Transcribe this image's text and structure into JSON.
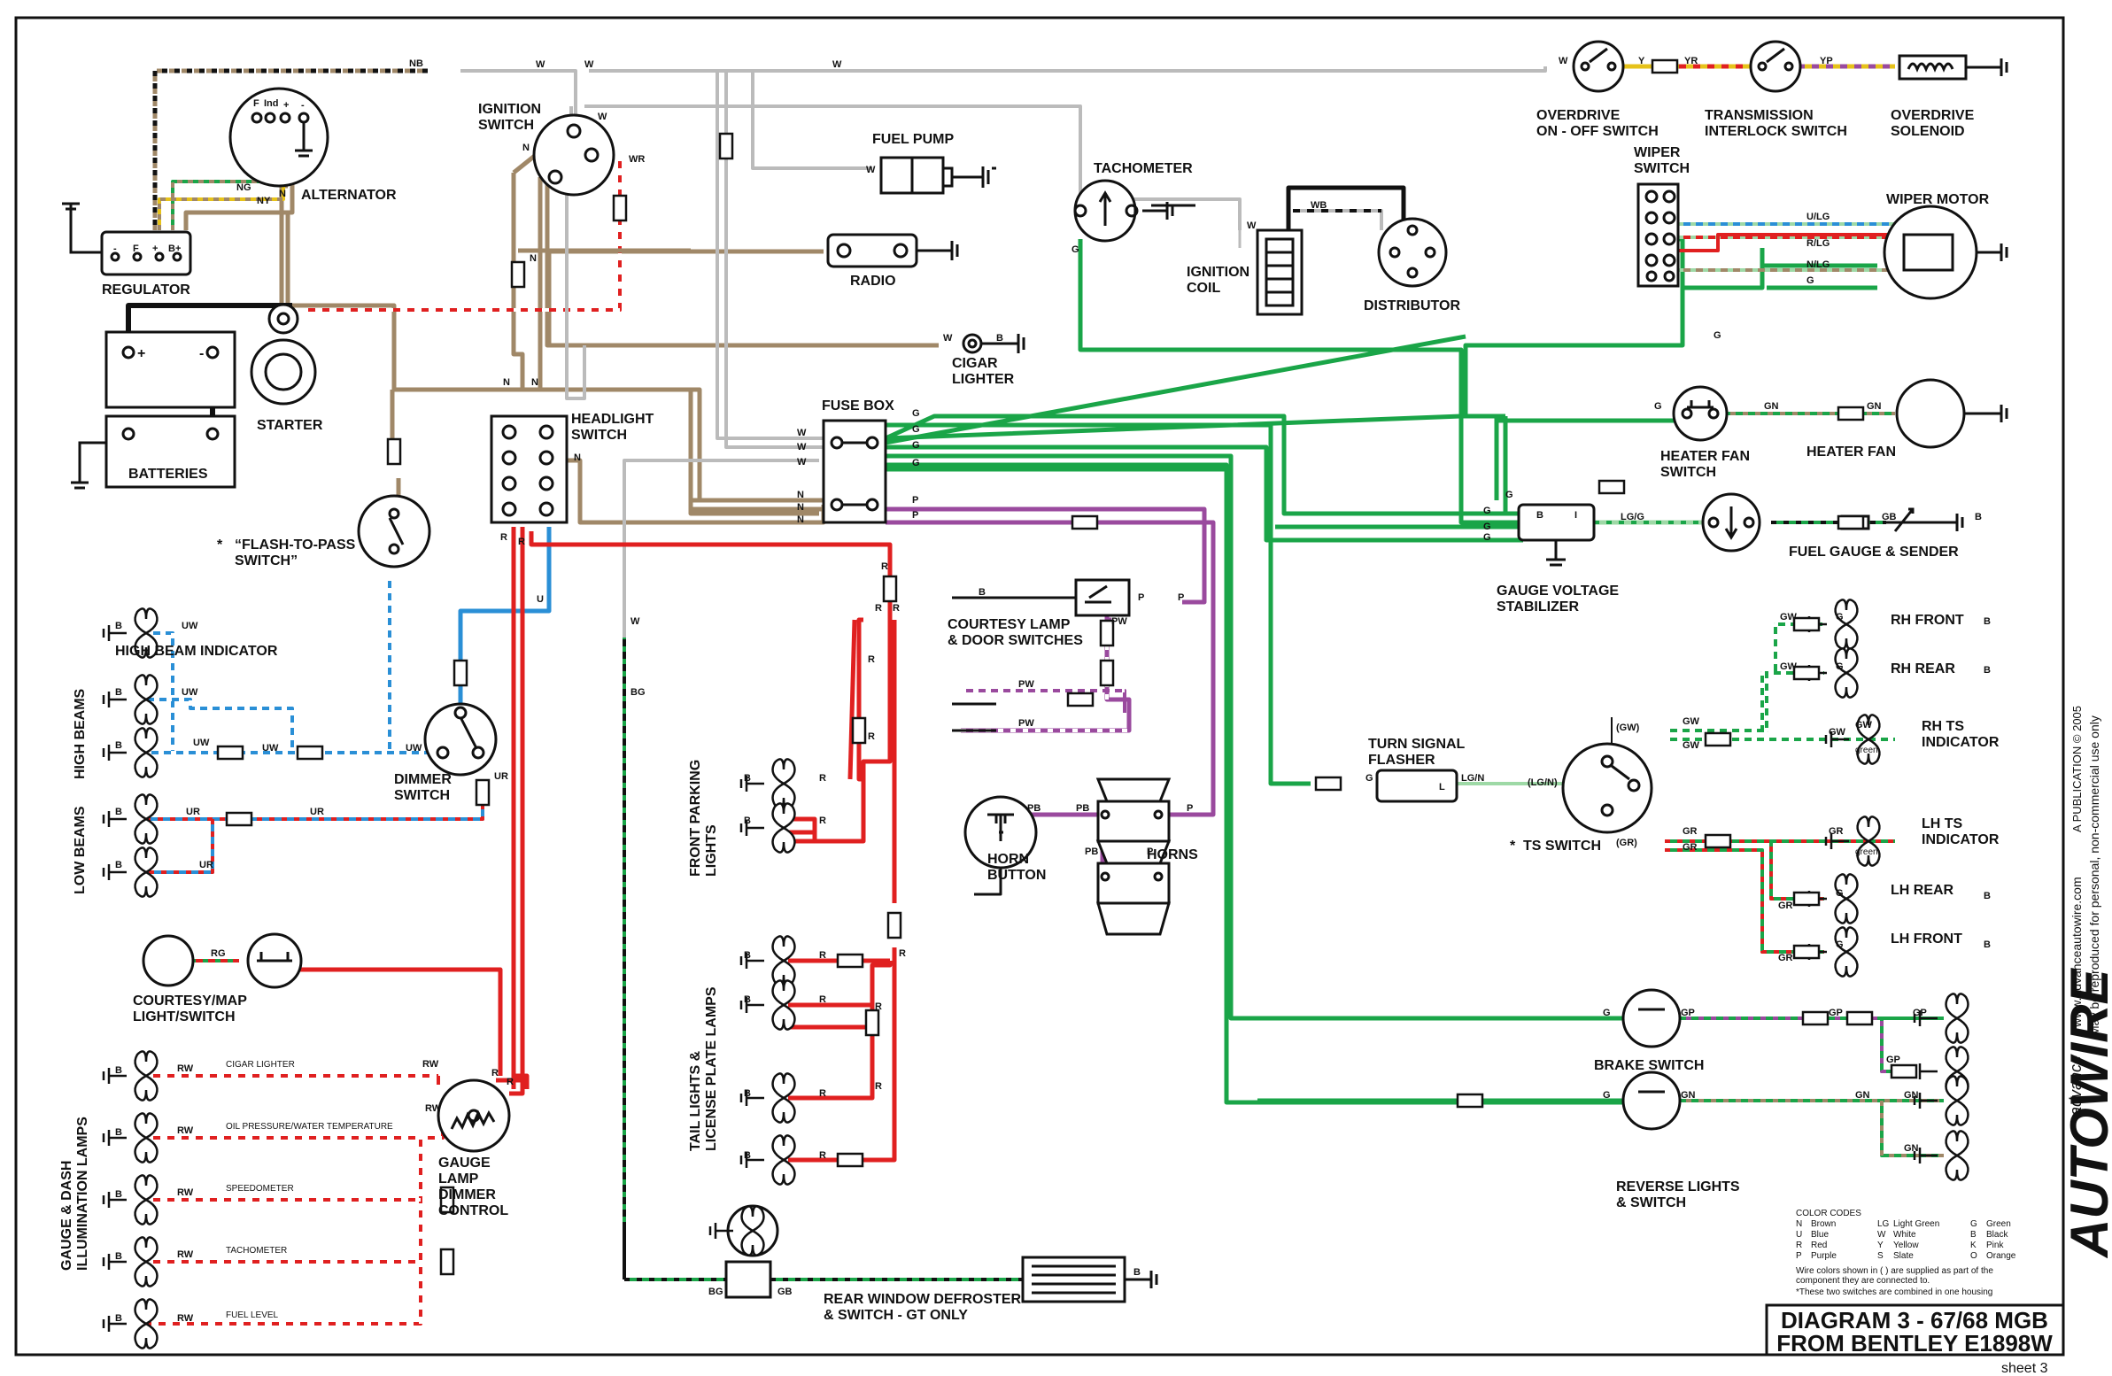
{
  "components": {
    "alternator": "ALTERNATOR",
    "regulator": "REGULATOR",
    "starter": "STARTER",
    "batteries": "BATTERIES",
    "ignition_switch": "IGNITION\nSWITCH",
    "fuel_pump": "FUEL PUMP",
    "radio": "RADIO",
    "cigar_lighter": "CIGAR\nLIGHTER",
    "tachometer": "TACHOMETER",
    "ignition_coil": "IGNITION\nCOIL",
    "distributor": "DISTRIBUTOR",
    "overdrive_switch": "OVERDRIVE\nON - OFF SWITCH",
    "transmission_switch": "TRANSMISSION\nINTERLOCK SWITCH",
    "overdrive_solenoid": "OVERDRIVE\nSOLENOID",
    "wiper_switch": "WIPER\nSWITCH",
    "wiper_motor": "WIPER MOTOR",
    "heater_fan_switch": "HEATER FAN\nSWITCH",
    "heater_fan": "HEATER FAN",
    "gauge_voltage_stabilizer": "GAUGE VOLTAGE\nSTABILIZER",
    "fuel_gauge_sender": "FUEL GAUGE & SENDER",
    "fuse_box": "FUSE BOX",
    "headlight_switch": "HEADLIGHT\nSWITCH",
    "flash_to_pass": "“FLASH-TO-PASS\nSWITCH”",
    "high_beam_indicator": "HIGH BEAM INDICATOR",
    "high_beams": "HIGH BEAMS",
    "low_beams": "LOW BEAMS",
    "dimmer_switch": "DIMMER\nSWITCH",
    "courtesy_lamp": "COURTESY LAMP\n& DOOR SWITCHES",
    "horn_button": "HORN\nBUTTON",
    "horns": "HORNS",
    "front_parking": "FRONT PARKING\nLIGHTS",
    "tail_lights": "TAIL LIGHTS &\nLICENSE PLATE LAMPS",
    "courtesy_map": "COURTESY/MAP\nLIGHT/SWITCH",
    "gauge_lamp_dimmer": "GAUGE\nLAMP\nDIMMER\nCONTROL",
    "gauge_dash_lamps": "GAUGE & DASH\nILLUMINATION LAMPS",
    "rear_window_defroster": "REAR WINDOW DEFROSTER\n& SWITCH - GT ONLY",
    "turn_signal_flasher": "TURN SIGNAL\nFLASHER",
    "ts_switch": "TS SWITCH",
    "rh_front": "RH FRONT",
    "rh_rear": "RH REAR",
    "rh_ts_indicator": "RH TS\nINDICATOR",
    "lh_ts_indicator": "LH TS\nINDICATOR",
    "lh_rear": "LH REAR",
    "lh_front": "LH FRONT",
    "brake_switch": "BRAKE SWITCH",
    "reverse_lights": "REVERSE LIGHTS\n& SWITCH"
  },
  "dash_lamps": [
    "CIGAR LIGHTER",
    "OIL PRESSURE/WATER TEMPERATURE",
    "SPEEDOMETER",
    "TACHOMETER",
    "FUEL LEVEL"
  ],
  "asterisk": "*",
  "wire_codes": {
    "N": "N",
    "NB": "NB",
    "NG": "NG",
    "NY": "NY",
    "W": "W",
    "WR": "WR",
    "WB": "WB",
    "G": "G",
    "B": "B",
    "R": "R",
    "U": "U",
    "P": "P",
    "Y": "Y",
    "YR": "YR",
    "YP": "YP",
    "UW": "UW",
    "UR": "UR",
    "RG": "RG",
    "RW": "RW",
    "PW": "PW",
    "PB": "PB",
    "BG": "BG",
    "GB": "GB",
    "GN": "GN",
    "GW": "GW",
    "GR": "GR",
    "GP": "GP",
    "LGG": "LG/G",
    "LGN": "LG/N",
    "LGNP": "(LG/N)",
    "GWP": "(GW)",
    "GRP": "(GR)",
    "ULG": "U/LG",
    "RLG": "R/LG",
    "NLG": "N/LG",
    "green": "green"
  },
  "terminals": {
    "F": "F",
    "Ind": "Ind",
    "plus": "+",
    "minus": "-",
    "Bplus": "B+",
    "I": "I",
    "L": "L"
  },
  "color_codes": {
    "title": "COLOR CODES",
    "rows": [
      [
        "N",
        "Brown",
        "LG",
        "Light Green",
        "G",
        "Green"
      ],
      [
        "U",
        "Blue",
        "W",
        "White",
        "B",
        "Black"
      ],
      [
        "R",
        "Red",
        "Y",
        "Yellow",
        "K",
        "Pink"
      ],
      [
        "P",
        "Purple",
        "S",
        "Slate",
        "O",
        "Orange"
      ]
    ],
    "note1": "Wire colors shown in ( ) are supplied as part of the",
    "note2": "component they are connected to.",
    "note3": "*These two switches are combined in one housing"
  },
  "title_block": {
    "line1": "DIAGRAM 3 - 67/68 MGB",
    "line2": "FROM BENTLEY E1898W"
  },
  "sheet": "sheet 3",
  "side_text": {
    "brand": "AUTOWIRE",
    "brand_small": "advance",
    "copyright": "A PUBLICATION © 2005",
    "url": "www.advanceautowire.com",
    "note": "May be reproduced for personal, non-commercial use only"
  },
  "colors": {
    "brown": "#a08868",
    "black": "#111111",
    "white": "#cccccc",
    "red": "#e02020",
    "blue": "#2a8fd6",
    "green": "#1aa548",
    "purple": "#9a4a9e",
    "yellow": "#e6c21a",
    "lightgreen": "#9ed9a6",
    "slate": "#8a8a8a"
  }
}
